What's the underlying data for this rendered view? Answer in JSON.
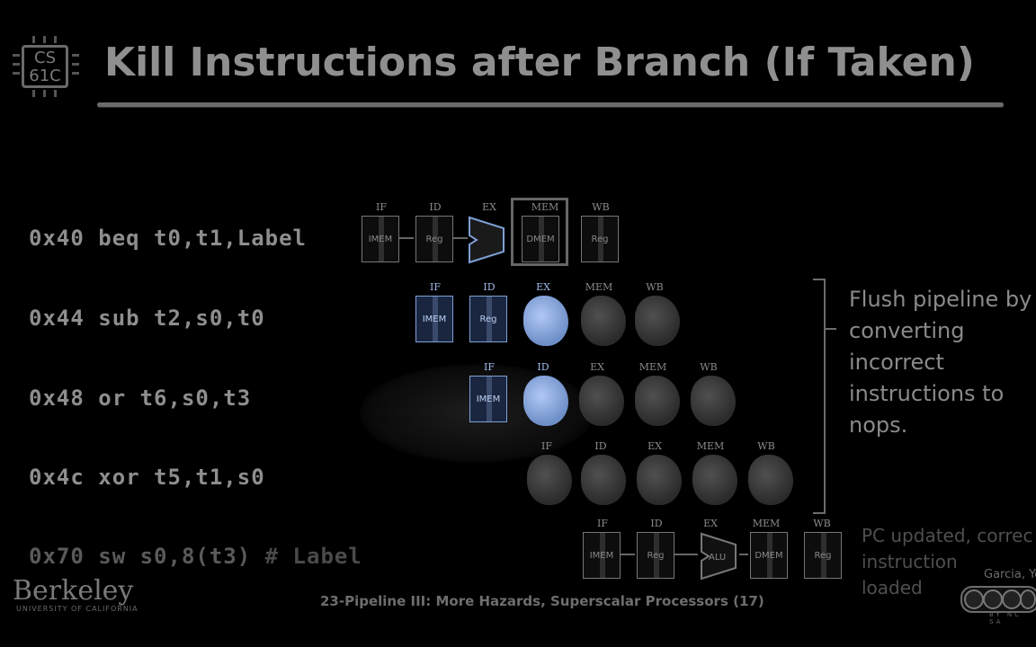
{
  "logo": {
    "line1": "CS",
    "line2": "61C"
  },
  "title": "Kill Instructions after Branch (If Taken)",
  "instructions": [
    {
      "addr": "0x40",
      "text": "beq t0,t1,Label"
    },
    {
      "addr": "0x44",
      "text": "sub t2,s0,t0"
    },
    {
      "addr": "0x48",
      "text": "or t6,s0,t3"
    },
    {
      "addr": "0x4c",
      "text": "xor t5,t1,s0"
    },
    {
      "addr": "0x70",
      "text": "sw s0,8(t3)",
      "comment": "# Label"
    }
  ],
  "stages": {
    "if": "IF",
    "id": "ID",
    "ex": "EX",
    "mem": "MEM",
    "wb": "WB"
  },
  "units": {
    "imem": "IMEM",
    "reg": "Reg",
    "alu": "ALU",
    "dmem": "DMEM"
  },
  "notes": {
    "flush": [
      "Flush pipeline by",
      "converting",
      "incorrect",
      "instructions to",
      "nops."
    ],
    "pc": [
      "PC updated, correc",
      "instruction",
      "loaded"
    ]
  },
  "footer": {
    "university": "Berkeley",
    "university_sub": "UNIVERSITY OF CALIFORNIA",
    "lecture": "23-Pipeline III: More Hazards, Superscalar Processors (17)",
    "author": "Garcia, Yo",
    "license": "BY NC SA"
  }
}
